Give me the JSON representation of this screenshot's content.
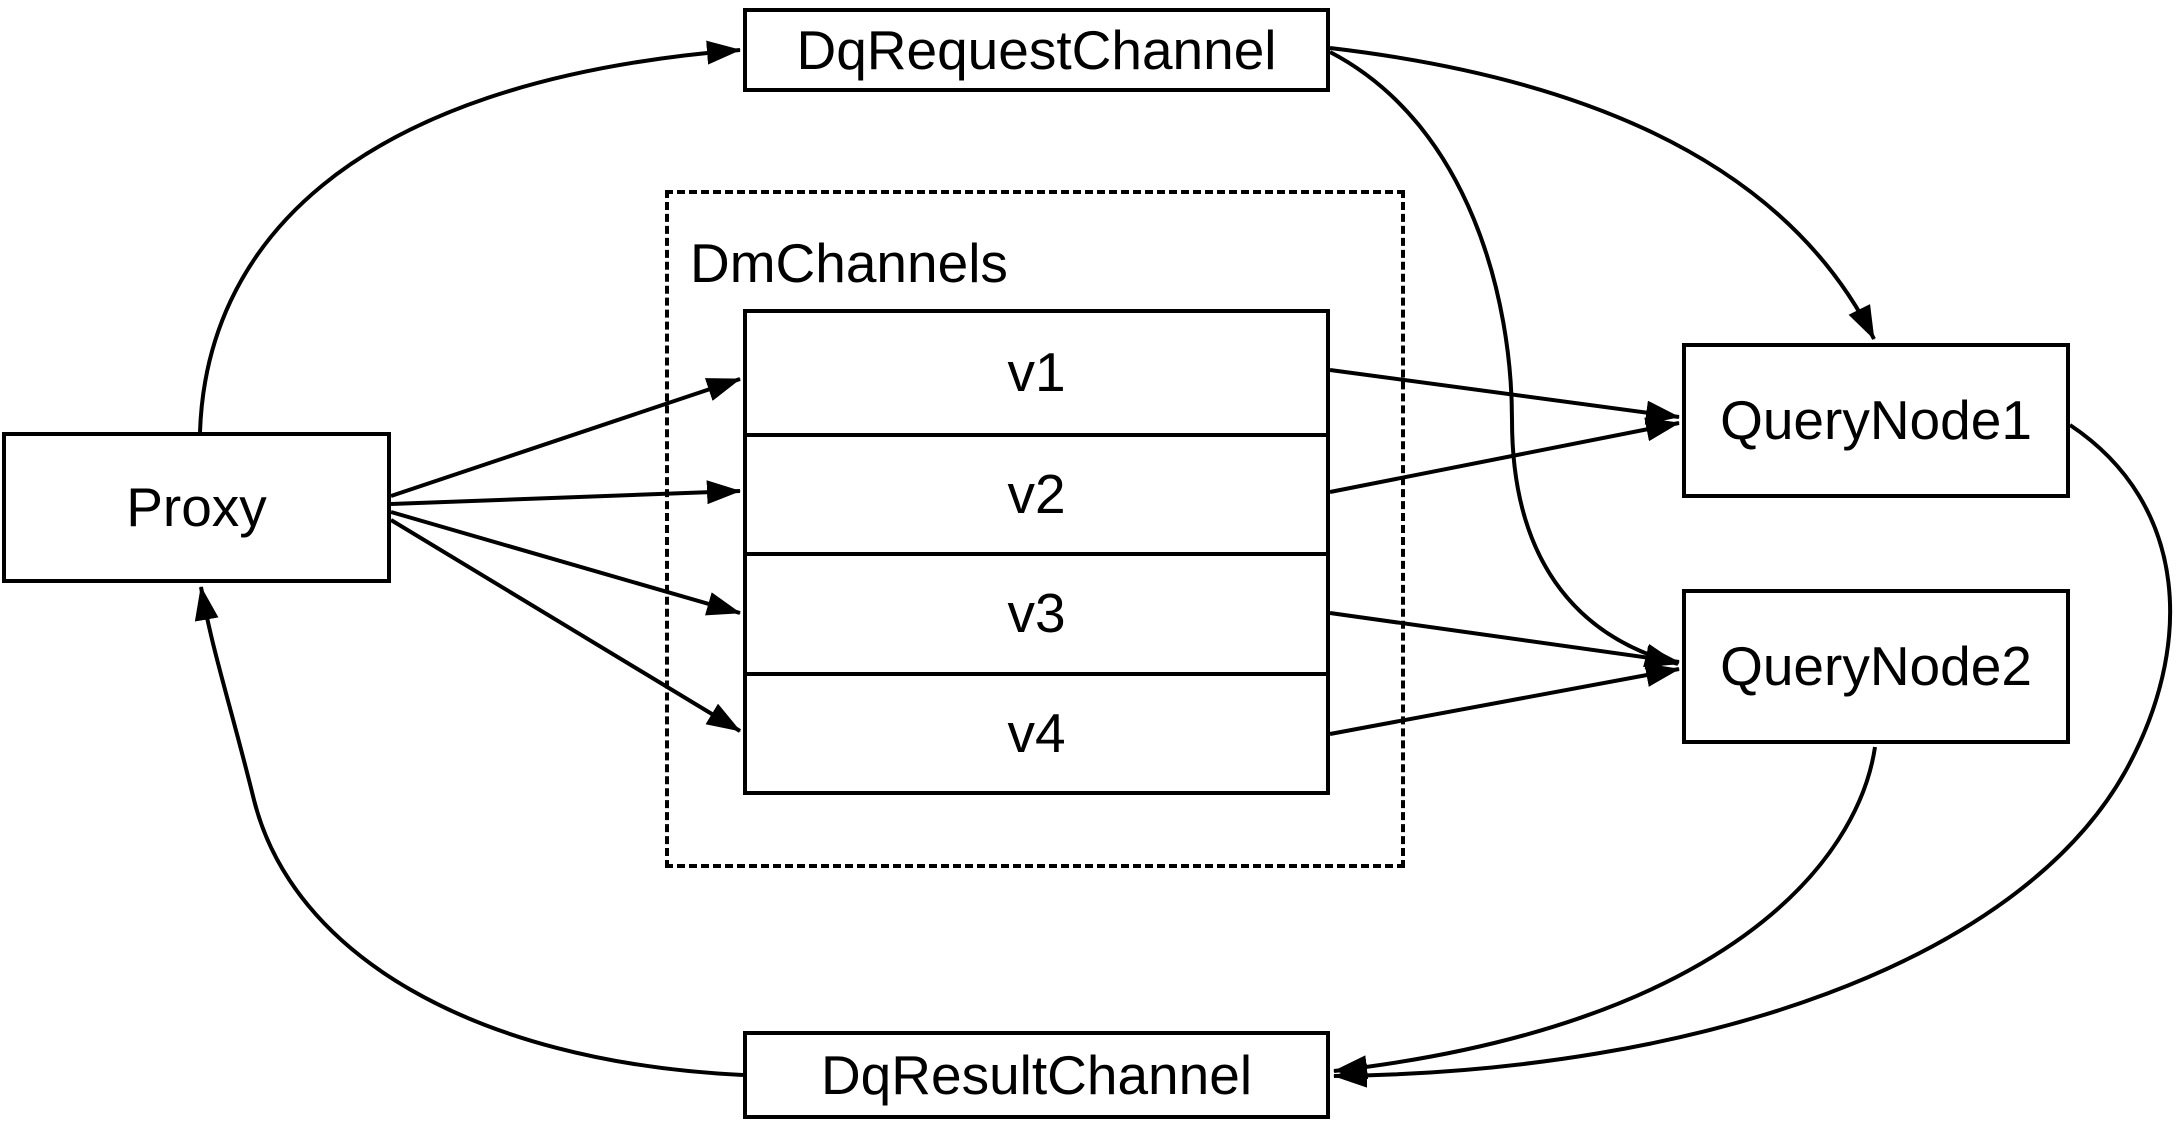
{
  "diagram": {
    "background": "#ffffff",
    "stroke_color": "#000000",
    "nodes": {
      "proxy": {
        "label": "Proxy"
      },
      "dq_request_channel": {
        "label": "DqRequestChannel"
      },
      "dm_channels": {
        "label": "DmChannels"
      },
      "channels": [
        {
          "label": "v1"
        },
        {
          "label": "v2"
        },
        {
          "label": "v3"
        },
        {
          "label": "v4"
        }
      ],
      "query_node1": {
        "label": "QueryNode1"
      },
      "query_node2": {
        "label": "QueryNode2"
      },
      "dq_result_channel": {
        "label": "DqResultChannel"
      }
    },
    "edges": [
      {
        "from": "Proxy",
        "to": "DqRequestChannel"
      },
      {
        "from": "DqRequestChannel",
        "to": "QueryNode1"
      },
      {
        "from": "DqRequestChannel",
        "to": "QueryNode2"
      },
      {
        "from": "Proxy",
        "to": "v1"
      },
      {
        "from": "Proxy",
        "to": "v2"
      },
      {
        "from": "Proxy",
        "to": "v3"
      },
      {
        "from": "Proxy",
        "to": "v4"
      },
      {
        "from": "v1",
        "to": "QueryNode1"
      },
      {
        "from": "v2",
        "to": "QueryNode1"
      },
      {
        "from": "v3",
        "to": "QueryNode2"
      },
      {
        "from": "v4",
        "to": "QueryNode2"
      },
      {
        "from": "QueryNode1",
        "to": "DqResultChannel"
      },
      {
        "from": "QueryNode2",
        "to": "DqResultChannel"
      },
      {
        "from": "DqResultChannel",
        "to": "Proxy"
      }
    ]
  }
}
